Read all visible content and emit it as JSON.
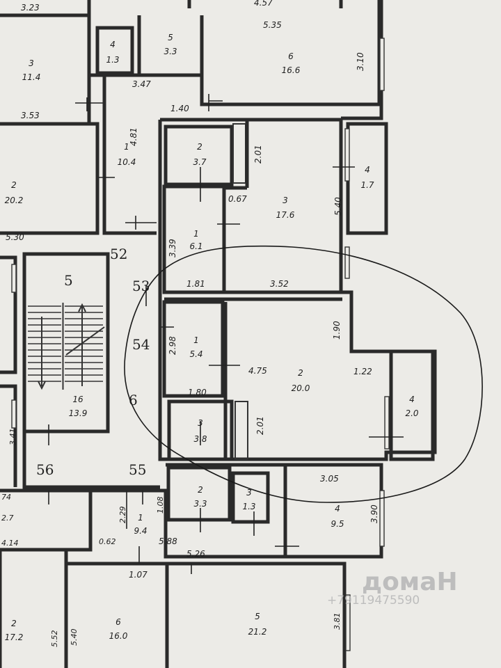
{
  "watermark": {
    "brand": "домаН",
    "phone": "+79119475590"
  },
  "apartment": {
    "rooms": [
      {
        "id": "hall",
        "number": "1",
        "area": "5.4"
      },
      {
        "id": "living",
        "number": "2",
        "area": "20.0"
      },
      {
        "id": "bath",
        "number": "3",
        "area": "3.8"
      },
      {
        "id": "balcony",
        "number": "4",
        "area": "2.0"
      }
    ]
  },
  "rooms": [
    {
      "id": "r-top-left",
      "number": "3",
      "area": "11.4"
    },
    {
      "id": "r-wc-top",
      "number": "4",
      "area": "1.3"
    },
    {
      "id": "r-bath-top",
      "number": "5",
      "area": "3.3"
    },
    {
      "id": "r-big-top",
      "number": "6",
      "area": "16.6"
    },
    {
      "id": "r-hall-top",
      "number": "1",
      "area": "10.4"
    },
    {
      "id": "r-left-20",
      "number": "2",
      "area": "20.2"
    },
    {
      "id": "r-bath-3-7",
      "number": "2",
      "area": "3.7"
    },
    {
      "id": "r-room-17-6",
      "number": "3",
      "area": "17.6"
    },
    {
      "id": "r-balc-1-7",
      "number": "4",
      "area": "1.7"
    },
    {
      "id": "r-hall-6-1",
      "number": "1",
      "area": "6.1"
    },
    {
      "id": "r-stair",
      "number": "16",
      "area": "13.9"
    },
    {
      "id": "r-bath-3-3",
      "number": "2",
      "area": "3.3"
    },
    {
      "id": "r-wc-1-3",
      "number": "3",
      "area": "1.3"
    },
    {
      "id": "r-kitchen-9-5",
      "number": "4",
      "area": "9.5"
    },
    {
      "id": "r-hall-9-4",
      "number": "1",
      "area": "9.4"
    },
    {
      "id": "r-bl-17-2",
      "number": "2",
      "area": "17.2"
    },
    {
      "id": "r-bl-16",
      "number": "6",
      "area": "16.0"
    },
    {
      "id": "r-bl-21-2",
      "number": "5",
      "area": "21.2"
    },
    {
      "id": "r-left-edge",
      "number": "",
      "area": "2.7"
    }
  ],
  "dimensions": [
    "3.23",
    "4.57",
    "5.35",
    "3.10",
    "3.47",
    "1.40",
    "3.53",
    "4.81",
    "2.01",
    "0.67",
    "5.40",
    "5.30",
    "3.39",
    "1.81",
    "3.52",
    "2.98",
    "1.90",
    "4.75",
    "1.22",
    "1.80",
    "2.01",
    "3.05",
    "3.90",
    "2.29",
    "1.08",
    "0.62",
    "5.88",
    "5.26",
    "1.07",
    "3.41",
    "5.52",
    "5.40",
    "3.81",
    "4.14",
    "74"
  ],
  "stair_numbers": [
    "5",
    "52",
    "53",
    "54",
    "6",
    "56",
    "55"
  ],
  "colors": {
    "paper": "#ecebe7",
    "ink": "#2a2a2a",
    "outline": "#1a1a1a"
  }
}
